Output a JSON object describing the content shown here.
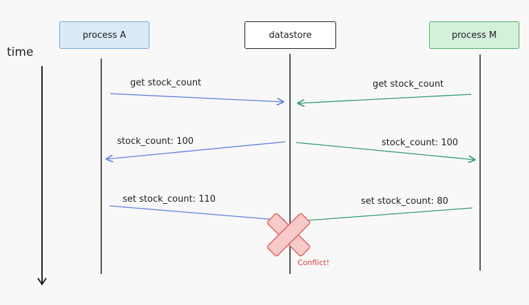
{
  "time_label": "time",
  "participants": {
    "a": "process A",
    "datastore": "datastore",
    "m": "process M"
  },
  "messages": {
    "a_get": "get stock_count",
    "m_get": "get stock_count",
    "a_resp": "stock_count: 100",
    "m_resp": "stock_count: 100",
    "a_set": "set stock_count: 110",
    "m_set": "set stock_count: 80"
  },
  "conflict_label": "Conflict!",
  "colors": {
    "process_a": "#5b7fe0",
    "process_m": "#2d9a69",
    "conflict": "#e06666"
  }
}
